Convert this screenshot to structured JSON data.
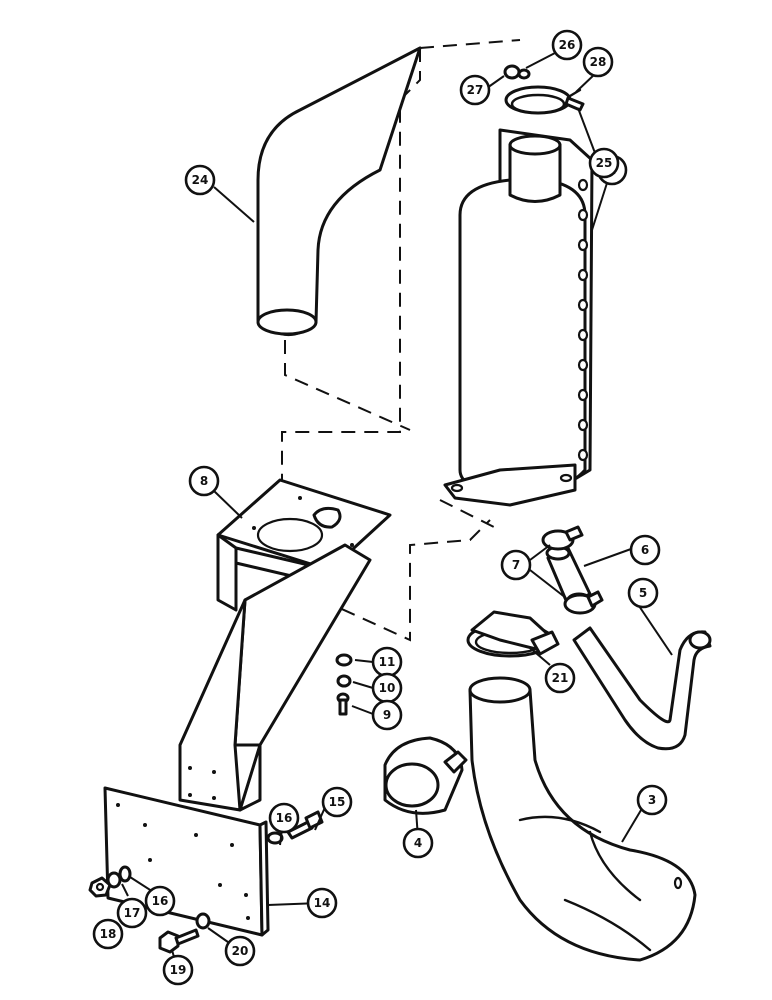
{
  "colors": {
    "ink": "#111111",
    "paper": "#ffffff"
  },
  "callouts": [
    {
      "id": "c2",
      "label": "2"
    },
    {
      "id": "c3",
      "label": "3"
    },
    {
      "id": "c4",
      "label": "4"
    },
    {
      "id": "c5",
      "label": "5"
    },
    {
      "id": "c6",
      "label": "6"
    },
    {
      "id": "c7",
      "label": "7"
    },
    {
      "id": "c8",
      "label": "8"
    },
    {
      "id": "c9",
      "label": "9"
    },
    {
      "id": "c10",
      "label": "10"
    },
    {
      "id": "c11",
      "label": "11"
    },
    {
      "id": "c14",
      "label": "14"
    },
    {
      "id": "c15",
      "label": "15"
    },
    {
      "id": "c16a",
      "label": "16"
    },
    {
      "id": "c16b",
      "label": "16"
    },
    {
      "id": "c17",
      "label": "17"
    },
    {
      "id": "c18",
      "label": "18"
    },
    {
      "id": "c19",
      "label": "19"
    },
    {
      "id": "c20",
      "label": "20"
    },
    {
      "id": "c21",
      "label": "21"
    },
    {
      "id": "c24",
      "label": "24"
    },
    {
      "id": "c25",
      "label": "25"
    },
    {
      "id": "c26",
      "label": "26"
    },
    {
      "id": "c27",
      "label": "27"
    },
    {
      "id": "c28",
      "label": "28"
    }
  ]
}
